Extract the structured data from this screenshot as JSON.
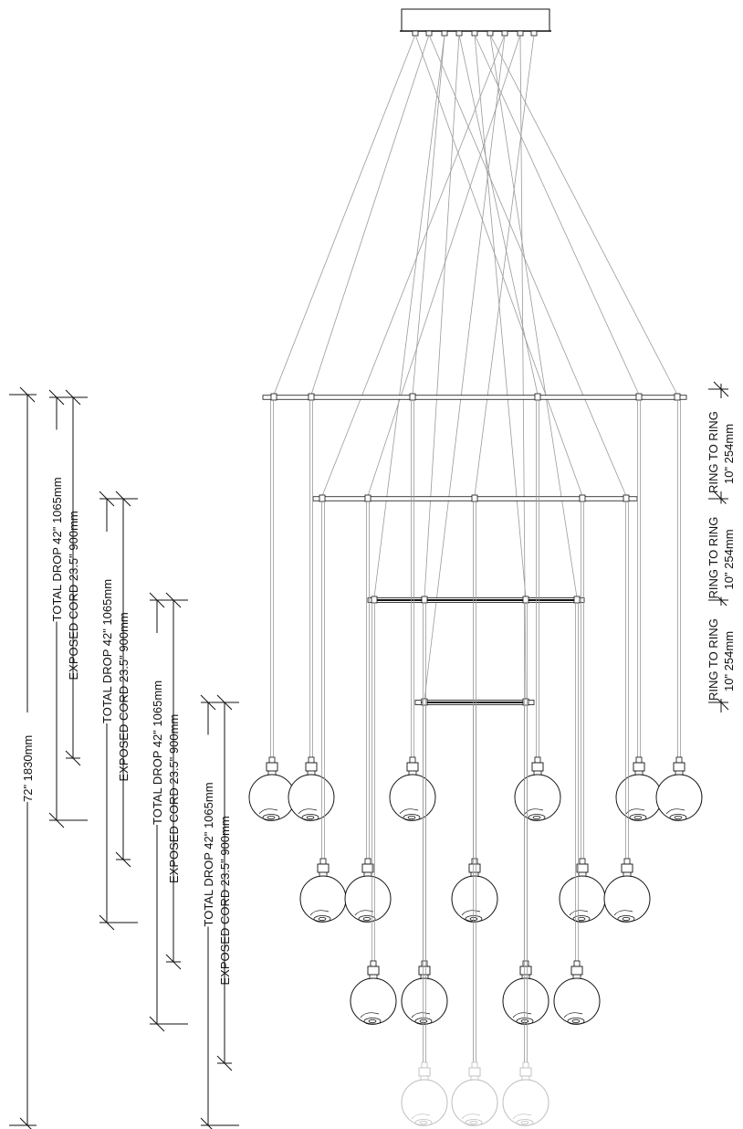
{
  "dimensions": {
    "overall": "72\" 1830mm",
    "tiers": [
      {
        "total_drop": "TOTAL DROP 42\" 1065mm",
        "exposed_cord": "EXPOSED CORD 23.5\" 900mm"
      },
      {
        "total_drop": "TOTAL DROP 42\" 1065mm",
        "exposed_cord": "EXPOSED CORD 23.5\" 900mm"
      },
      {
        "total_drop": "TOTAL DROP 42\" 1065mm",
        "exposed_cord": "EXPOSED CORD 23.5\" 900mm"
      },
      {
        "total_drop": "TOTAL DROP 42\" 1065mm",
        "exposed_cord": "EXPOSED CORD 23.5\" 900mm"
      }
    ],
    "ring_spacing": [
      {
        "label": "RING TO RING",
        "value": "10\" 254mm"
      },
      {
        "label": "RING TO RING",
        "value": "10\" 254mm"
      },
      {
        "label": "RING TO RING",
        "value": "10\" 254mm"
      }
    ]
  },
  "colors": {
    "line": "#111111",
    "cable": "#9a9a9a",
    "faded": "#bdbdbd"
  }
}
